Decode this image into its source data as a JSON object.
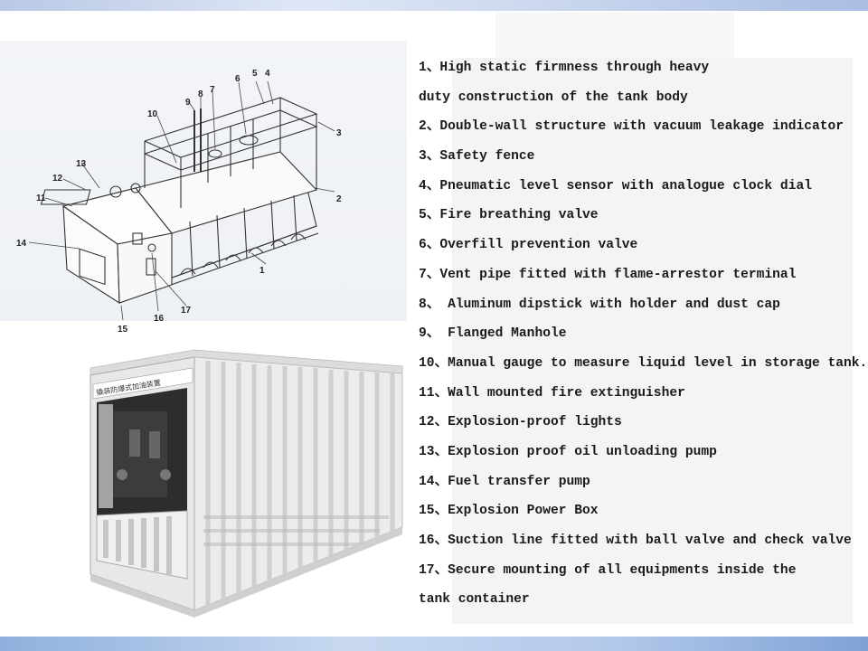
{
  "diagram_labels": [
    "1",
    "2",
    "3",
    "4",
    "5",
    "6",
    "7",
    "8",
    "9",
    "10",
    "11",
    "12",
    "13",
    "14",
    "15",
    "16",
    "17"
  ],
  "photo_sign_text": "撬装防爆式加油装置",
  "features": [
    "1、High static firmness through heavy",
    "duty construction of the tank body",
    "2、Double-wall structure with vacuum leakage indicator",
    "3、Safety  fence",
    "4、Pneumatic level sensor with analogue clock dial",
    "5、Fire breathing valve",
    "6、Overfill prevention valve",
    "7、Vent pipe fitted with flame-arrestor terminal",
    "8、 Aluminum dipstick with holder and dust cap",
    "9、 Flanged Manhole",
    "10、Manual gauge to measure liquid level in storage tank.",
    "11、Wall mounted fire extinguisher",
    "12、Explosion-proof lights",
    "13、Explosion proof oil unloading pump",
    "14、Fuel transfer pump",
    "15、Explosion Power Box",
    "16、Suction line fitted with ball valve and check valve",
    "17、Secure mounting of all equipments inside the",
    "tank container"
  ],
  "colors": {
    "top_bar": "#b9c8e6",
    "bottom_bar": "#8fb0dd",
    "panel": "#f4f4f6",
    "text": "#1a1a1a"
  }
}
